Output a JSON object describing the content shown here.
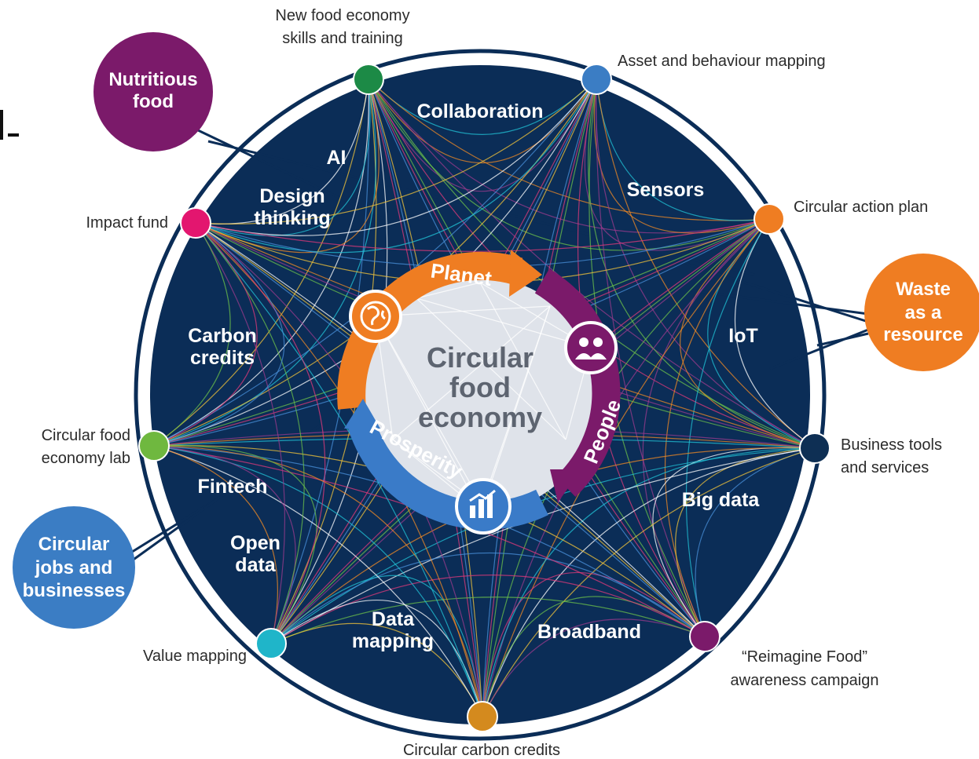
{
  "center": {
    "lines": [
      "Circular",
      "food",
      "economy"
    ]
  },
  "pillars": {
    "planet": "Planet",
    "people": "People",
    "prosperity": "Prosperity"
  },
  "enablers": {
    "collaboration": "Collaboration",
    "ai": "AI",
    "design_thinking": [
      "Design",
      "thinking"
    ],
    "sensors": "Sensors",
    "iot": "IoT",
    "carbon_credits": [
      "Carbon",
      "credits"
    ],
    "fintech": "Fintech",
    "open_data": [
      "Open",
      "data"
    ],
    "big_data": "Big data",
    "data_mapping": [
      "Data",
      "mapping"
    ],
    "broadband": "Broadband"
  },
  "nodes": [
    {
      "id": "skills",
      "lines": [
        "New food economy",
        "skills and training"
      ],
      "color": "#1c8a46"
    },
    {
      "id": "asset",
      "lines": [
        "Asset and behaviour mapping"
      ],
      "color": "#3b7dc4"
    },
    {
      "id": "action",
      "lines": [
        "Circular action plan"
      ],
      "color": "#ef7d22"
    },
    {
      "id": "business",
      "lines": [
        "Business tools",
        "and services"
      ],
      "color": "#0e2f54"
    },
    {
      "id": "reimagine",
      "lines": [
        "“Reimagine Food”",
        "awareness campaign"
      ],
      "color": "#7b1a6a"
    },
    {
      "id": "carbon",
      "lines": [
        "Circular carbon credits"
      ],
      "color": "#d48a1e"
    },
    {
      "id": "value",
      "lines": [
        "Value mapping"
      ],
      "color": "#1fb5c9"
    },
    {
      "id": "lab",
      "lines": [
        "Circular food",
        "economy lab"
      ],
      "color": "#6fb83f"
    },
    {
      "id": "impact",
      "lines": [
        "Impact fund"
      ],
      "color": "#e3166f"
    }
  ],
  "callouts": [
    {
      "id": "nutritious",
      "lines": [
        "Nutritious",
        "food"
      ],
      "color": "#7b1a6a"
    },
    {
      "id": "waste",
      "lines": [
        "Waste",
        "as a",
        "resource"
      ],
      "color": "#ef7d22"
    },
    {
      "id": "jobs",
      "lines": [
        "Circular",
        "jobs and",
        "businesses"
      ],
      "color": "#3b7dc4"
    }
  ],
  "colors": {
    "ring_dark": "#0b2d57",
    "ring_outline": "#0b2d57",
    "center_fill": "#dfe3ea",
    "planet_orange": "#ef7d22",
    "people_purple": "#7b1a6a",
    "prosperity_blue": "#3a7bc8"
  },
  "icons": [
    "globe-icon",
    "people-icon",
    "growth-chart-icon"
  ]
}
